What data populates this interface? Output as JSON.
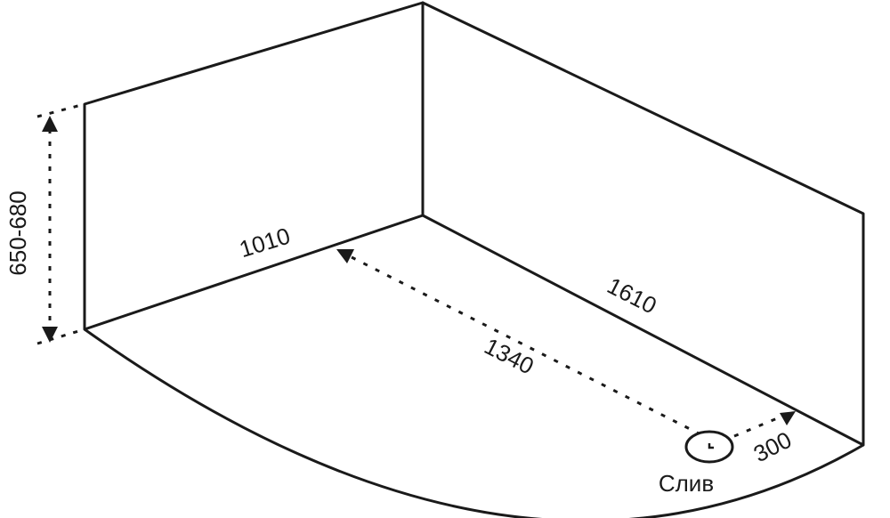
{
  "title": "Bathtub dimensions diagram",
  "colors": {
    "line": "#1a1a1a",
    "background": "#ffffff"
  },
  "dimensions": {
    "height": "650-680",
    "short_side": "1010",
    "long_side": "1610",
    "drain_distance": "1340",
    "drain_offset": "300"
  },
  "labels": {
    "drain": "Слив"
  }
}
